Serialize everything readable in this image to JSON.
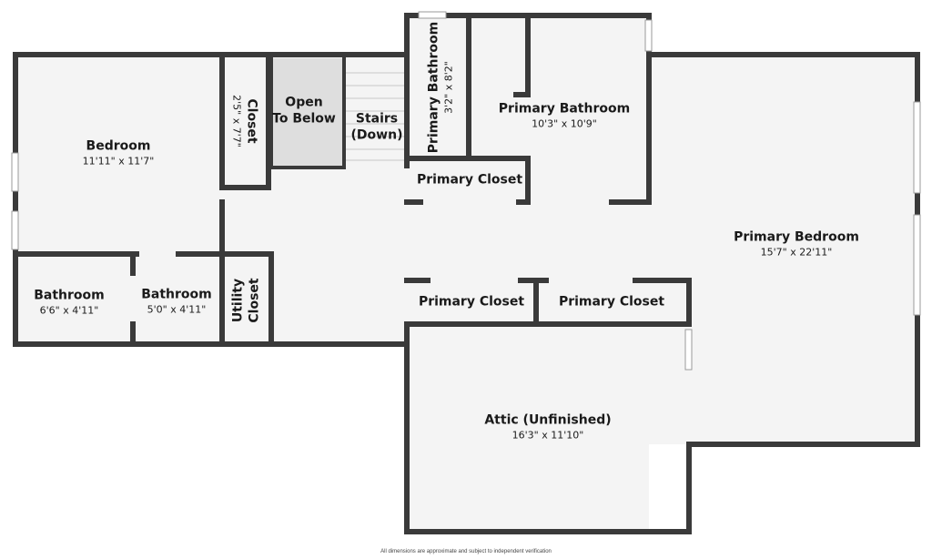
{
  "rooms": {
    "bedroom": {
      "name": "Bedroom",
      "dim": "11'11\" x 11'7\""
    },
    "closet_small": {
      "name": "Closet",
      "dim": "2'5\" x 7'7\""
    },
    "open_to_below": {
      "line1": "Open",
      "line2": "To Below"
    },
    "stairs": {
      "line1": "Stairs",
      "line2": "(Down)"
    },
    "primary_bath_small": {
      "name": "Primary Bathroom",
      "dim": "3'2\" x 8'2\""
    },
    "primary_bath": {
      "name": "Primary Bathroom",
      "dim": "10'3\" x 10'9\""
    },
    "primary_closet_top": {
      "name": "Primary Closet"
    },
    "primary_bedroom": {
      "name": "Primary Bedroom",
      "dim": "15'7\" x 22'11\""
    },
    "bathroom_1": {
      "name": "Bathroom",
      "dim": "6'6\" x 4'11\""
    },
    "bathroom_2": {
      "name": "Bathroom",
      "dim": "5'0\" x 4'11\""
    },
    "utility_closet": {
      "line1": "Utility",
      "line2": "Closet"
    },
    "primary_closet_left": {
      "name": "Primary Closet"
    },
    "primary_closet_right": {
      "name": "Primary Closet"
    },
    "attic": {
      "name": "Attic (Unfinished)",
      "dim": "16'3\" x 11'10\""
    }
  },
  "footer": "All dimensions are approximate and subject to independent verification"
}
